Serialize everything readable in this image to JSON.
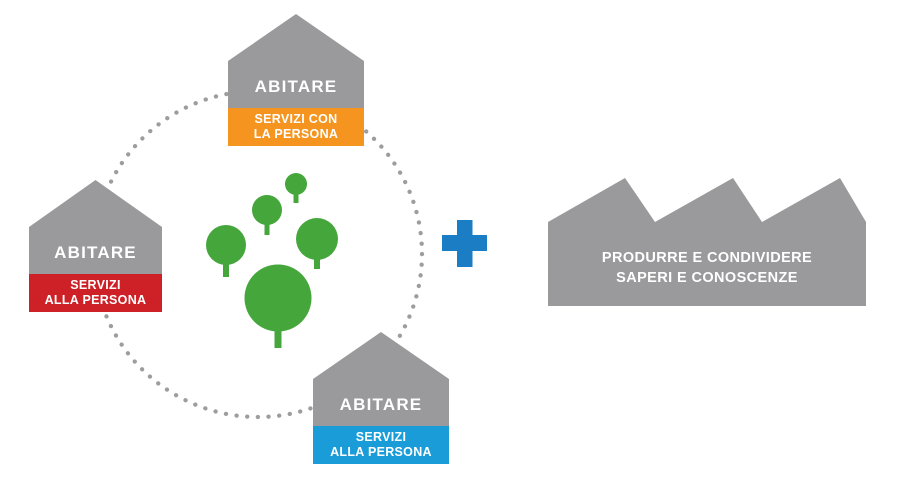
{
  "diagram": {
    "houses": [
      {
        "label": "ABITARE",
        "banner_line1": "SERVIZI CON",
        "banner_line2": "LA PERSONA",
        "banner_color": "#f5941e"
      },
      {
        "label": "ABITARE",
        "banner_line1": "SERVIZI",
        "banner_line2": "ALLA PERSONA",
        "banner_color": "#ce2127"
      },
      {
        "label": "ABITARE",
        "banner_line1": "SERVIZI",
        "banner_line2": "ALLA PERSONA",
        "banner_color": "#199cd8"
      }
    ],
    "factory": {
      "line1": "PRODURRE E CONDIVIDERE",
      "line2": "SAPERI E CONOSCENZE"
    },
    "icons": {
      "plus": "plus-icon",
      "trees": "tree-cluster-icon",
      "orbit": "dotted-circle",
      "house": "house-icon",
      "factory": "factory-icon"
    }
  },
  "colors": {
    "shape_gray": "#9a999b",
    "dot_gray": "#9d9d9d",
    "orange": "#f5941e",
    "red": "#ce2127",
    "blue": "#199cd8",
    "plus_blue": "#1b7ec4",
    "tree_green": "#45a63c",
    "text_white": "#ffffff"
  }
}
